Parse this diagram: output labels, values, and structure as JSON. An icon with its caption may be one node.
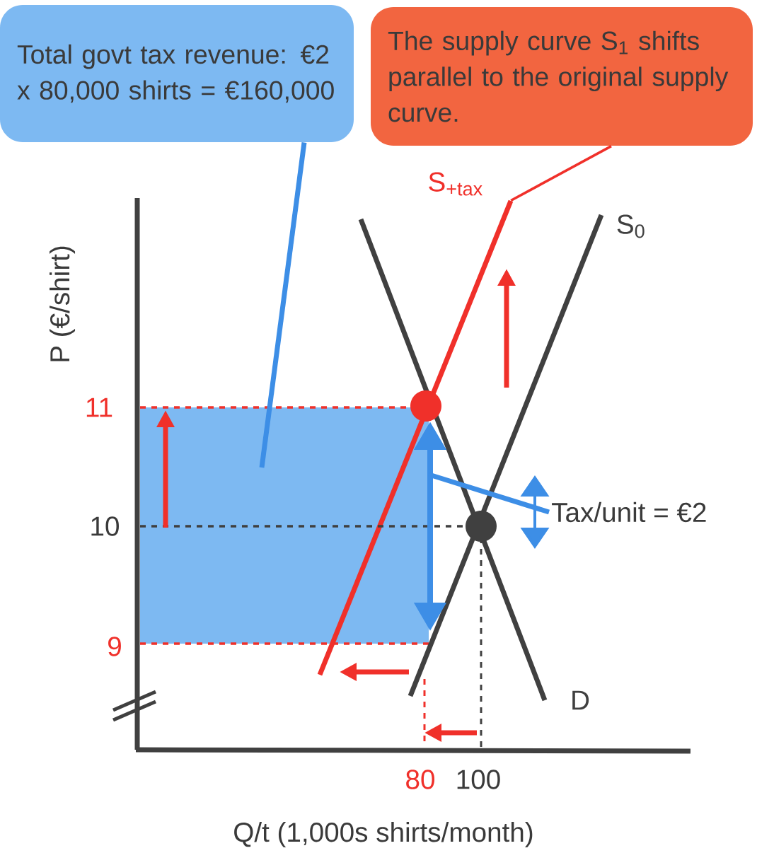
{
  "diagram": {
    "nodes": [
      {
        "text": [
          "Total govt tax revenue: €2 x 80,000 shirts = €160,000"
        ]
      },
      {
        "text": [
          "The supply curve S$_{1}$ shifts parallel to the original supply curve."
        ]
      },
      {
        "text": [],
        "shape": "box"
      },
      {
        "text": [
          "Tax/unit = €2"
        ]
      },
      {
        "text": [],
        "shape": "line",
        "beside": [
          "S$_{+tax}$"
        ]
      }
    ],
    "edges": [
      {
        "from": 0,
        "to": 2,
        "arrow": "none",
        "color": "#3d8ee6"
      },
      {
        "from": 1,
        "to": 4,
        "arrow": "none",
        "color": "#f0302a"
      },
      {
        "from": 3,
        "to": 2,
        "arrow": "none",
        "color": "#3d8ee6"
      }
    ],
    "labels": [
      "S$_{0}$",
      "P (€/shirt)",
      "11",
      "10",
      "9",
      "D",
      "80",
      "100",
      "Q/t (1,000s shirts/month)"
    ]
  }
}
